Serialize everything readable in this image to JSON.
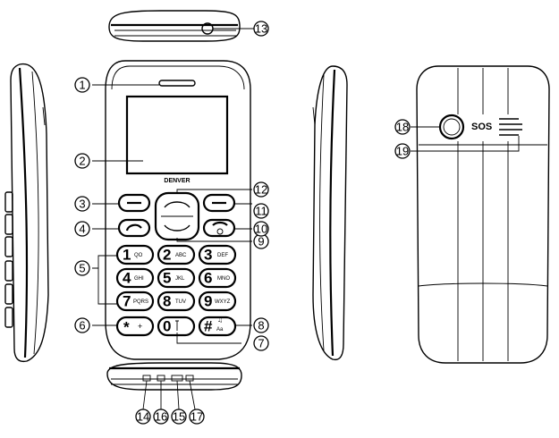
{
  "brand_label": "DENVER",
  "sos_label": "SOS",
  "keypad": [
    {
      "digit": "1",
      "letters": "QO"
    },
    {
      "digit": "2",
      "letters": "ABC"
    },
    {
      "digit": "3",
      "letters": "DEF"
    },
    {
      "digit": "4",
      "letters": "GHI"
    },
    {
      "digit": "5",
      "letters": "JKL"
    },
    {
      "digit": "6",
      "letters": "MNO"
    },
    {
      "digit": "7",
      "letters": "PQRS"
    },
    {
      "digit": "8",
      "letters": "TUV"
    },
    {
      "digit": "9",
      "letters": "WXYZ"
    },
    {
      "digit": "*",
      "letters": "+"
    },
    {
      "digit": "0",
      "letters": ""
    },
    {
      "digit": "#",
      "letters": "Aa"
    }
  ],
  "callouts": [
    "1",
    "2",
    "3",
    "4",
    "5",
    "6",
    "7",
    "8",
    "9",
    "10",
    "11",
    "12",
    "13",
    "14",
    "15",
    "16",
    "17",
    "18",
    "19"
  ]
}
